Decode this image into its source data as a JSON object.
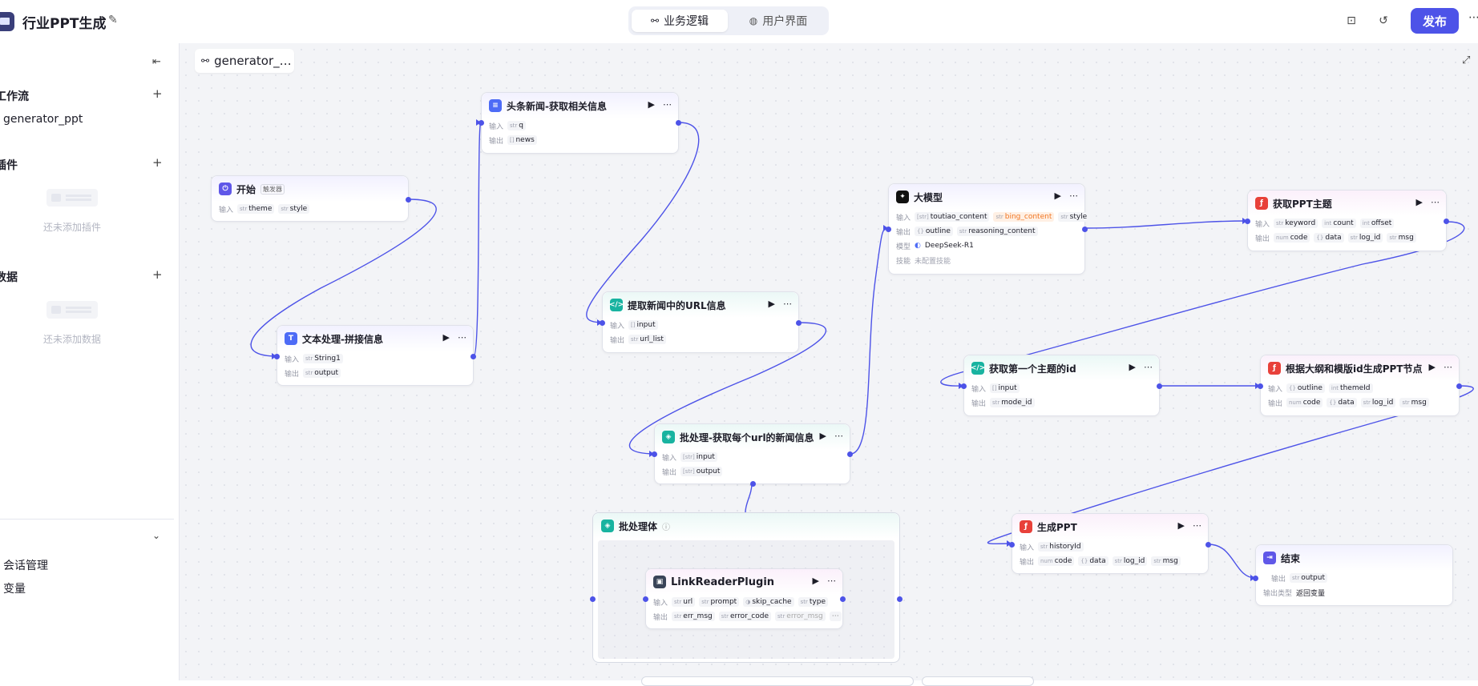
{
  "header": {
    "app_title": "行业PPT生成",
    "tabs": [
      {
        "label": "业务逻辑",
        "icon": "workflow-icon",
        "active": true
      },
      {
        "label": "用户界面",
        "icon": "palette-icon",
        "active": false
      }
    ],
    "publish_label": "发布"
  },
  "sidebar": {
    "sections": [
      {
        "title": "工作流",
        "items": [
          "generator_ppt"
        ]
      },
      {
        "title": "插件",
        "empty_text": "还未添加插件"
      },
      {
        "title": "数据",
        "empty_text": "还未添加数据"
      }
    ],
    "bottom_items": [
      "会话管理",
      "变量"
    ]
  },
  "canvas": {
    "workflow_tab": "generator_…",
    "labels": {
      "input": "输入",
      "output": "输出",
      "model": "模型",
      "skill": "技能",
      "output_type": "输出类型"
    },
    "nodes": {
      "start": {
        "title": "开始",
        "badge": "触发器",
        "inputs": [
          "theme",
          "style"
        ]
      },
      "text_proc": {
        "title": "文本处理-拼接信息",
        "inputs": [
          "String1"
        ],
        "outputs": [
          "output"
        ]
      },
      "toutiao": {
        "title": "头条新闻-获取相关信息",
        "inputs": [
          "q"
        ],
        "outputs": [
          "news"
        ]
      },
      "extract_url": {
        "title": "提取新闻中的URL信息",
        "inputs": [
          "input"
        ],
        "outputs": [
          "url_list"
        ]
      },
      "batch": {
        "title": "批处理-获取每个url的新闻信息",
        "inputs": [
          "input"
        ],
        "outputs": [
          "output"
        ]
      },
      "batch_body": {
        "title": "批处理体"
      },
      "link_reader": {
        "title": "LinkReaderPlugin",
        "inputs": [
          "url",
          "prompt",
          "skip_cache",
          "type"
        ],
        "outputs": [
          "err_msg",
          "error_code",
          "error_msg"
        ]
      },
      "llm": {
        "title": "大模型",
        "inputs": [
          "toutiao_content",
          "bing_content",
          "style"
        ],
        "outputs": [
          "outline",
          "reasoning_content"
        ],
        "model": "DeepSeek-R1",
        "skill": "未配置技能"
      },
      "get_first_id": {
        "title": "获取第一个主题的id",
        "inputs": [
          "input"
        ],
        "outputs": [
          "mode_id"
        ]
      },
      "get_theme": {
        "title": "获取PPT主题",
        "inputs": [
          "keyword",
          "count",
          "offset"
        ],
        "outputs": [
          "code",
          "data",
          "log_id",
          "msg"
        ]
      },
      "gen_nodes": {
        "title": "根据大纲和模版id生成PPT节点",
        "inputs": [
          "outline",
          "themeId"
        ],
        "outputs": [
          "code",
          "data",
          "log_id",
          "msg"
        ]
      },
      "gen_ppt": {
        "title": "生成PPT",
        "inputs": [
          "historyId"
        ],
        "outputs": [
          "code",
          "data",
          "log_id",
          "msg"
        ]
      },
      "end": {
        "title": "结束",
        "outputs": [
          "output"
        ],
        "output_type": "返回变量"
      }
    }
  },
  "colors": {
    "accent": "#4d53e8",
    "edge": "#4d53e8",
    "canvas_bg": "#f3f4f7"
  }
}
